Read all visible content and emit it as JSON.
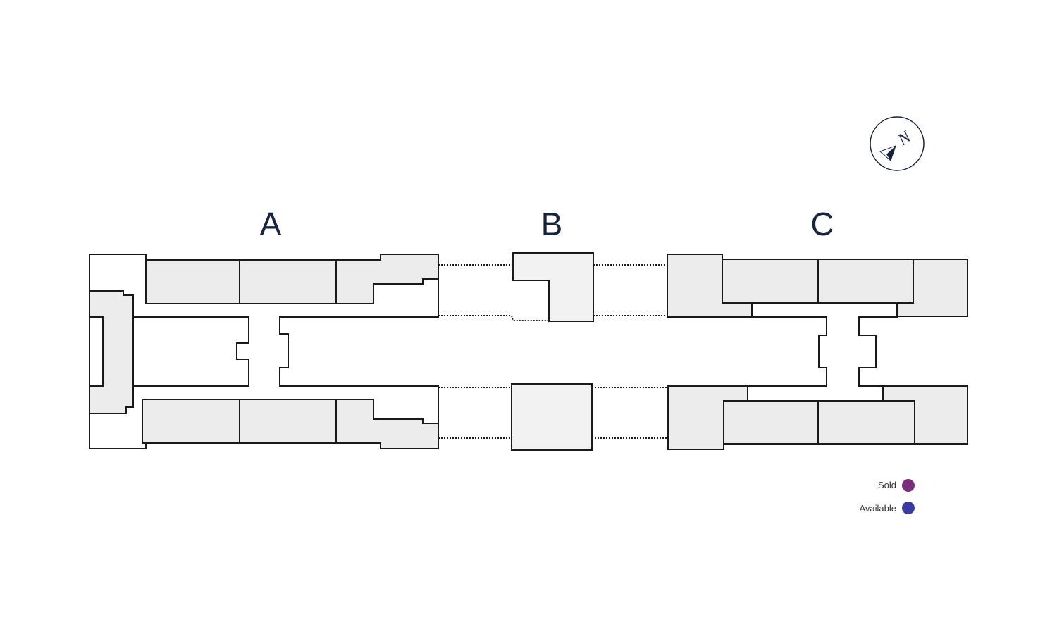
{
  "buildings": [
    {
      "id": "A",
      "label": "A"
    },
    {
      "id": "B",
      "label": "B"
    },
    {
      "id": "C",
      "label": "C"
    }
  ],
  "compass": {
    "label": "N",
    "icon": "north-arrow-icon"
  },
  "legend": {
    "items": [
      {
        "label": "Sold",
        "color": "#7a2f7c"
      },
      {
        "label": "Available",
        "color": "#3b3aa3"
      }
    ]
  },
  "colors": {
    "unit_fill": "#edecec",
    "outline": "#1a1a1a",
    "label": "#17243f"
  }
}
